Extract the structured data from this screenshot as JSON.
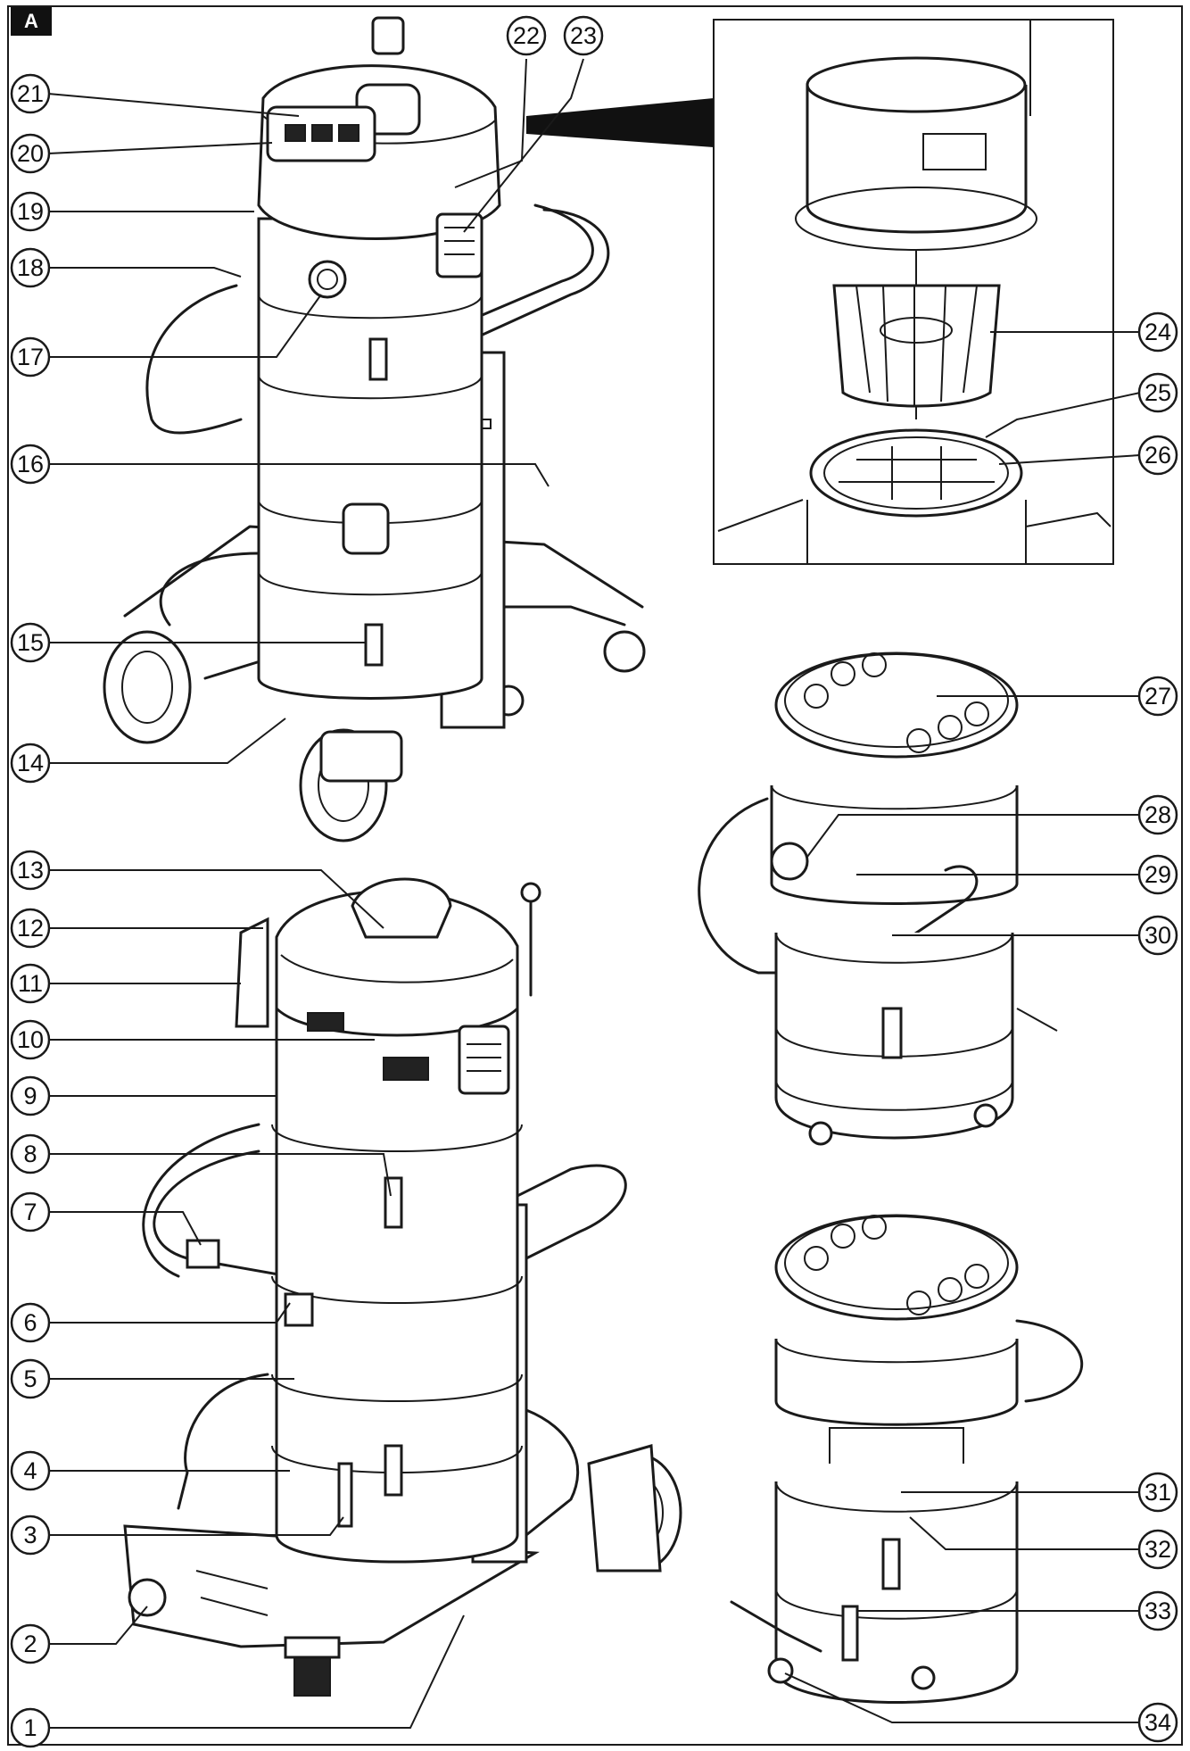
{
  "figure_tag": "A",
  "callouts": [
    {
      "label": "1"
    },
    {
      "label": "2"
    },
    {
      "label": "3"
    },
    {
      "label": "4"
    },
    {
      "label": "5"
    },
    {
      "label": "6"
    },
    {
      "label": "7"
    },
    {
      "label": "8"
    },
    {
      "label": "9"
    },
    {
      "label": "10"
    },
    {
      "label": "11"
    },
    {
      "label": "12"
    },
    {
      "label": "13"
    },
    {
      "label": "14"
    },
    {
      "label": "15"
    },
    {
      "label": "16"
    },
    {
      "label": "17"
    },
    {
      "label": "18"
    },
    {
      "label": "19"
    },
    {
      "label": "20"
    },
    {
      "label": "21"
    },
    {
      "label": "22"
    },
    {
      "label": "23"
    },
    {
      "label": "24"
    },
    {
      "label": "25"
    },
    {
      "label": "26"
    },
    {
      "label": "27"
    },
    {
      "label": "28"
    },
    {
      "label": "29"
    },
    {
      "label": "30"
    },
    {
      "label": "31"
    },
    {
      "label": "32"
    },
    {
      "label": "33"
    },
    {
      "label": "34"
    }
  ],
  "colors": {
    "line": "#1a1a1a",
    "paper": "#ffffff",
    "tag_background": "#111111",
    "tag_text": "#ffffff"
  }
}
